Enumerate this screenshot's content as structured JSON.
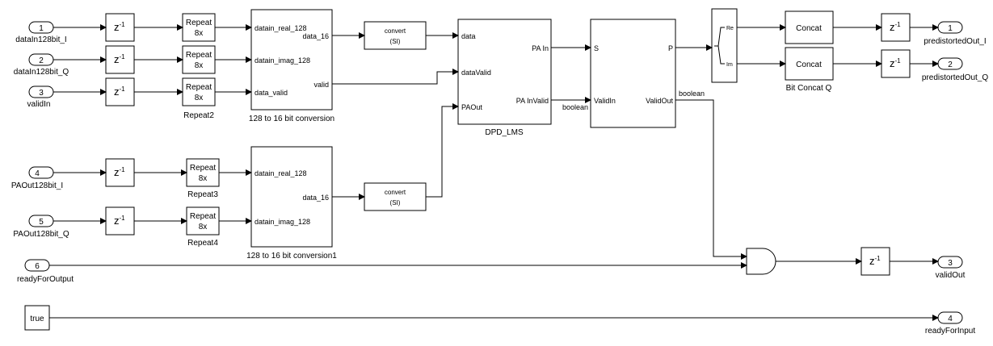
{
  "diagram": {
    "inports": [
      {
        "number": "1",
        "name": "dataIn128bit_I"
      },
      {
        "number": "2",
        "name": "dataIn128bit_Q"
      },
      {
        "number": "3",
        "name": "validIn"
      },
      {
        "number": "4",
        "name": "PAOut128bit_I"
      },
      {
        "number": "5",
        "name": "PAOut128bit_Q"
      },
      {
        "number": "6",
        "name": "readyForOutput"
      }
    ],
    "outports": [
      {
        "number": "1",
        "name": "predistortedOut_I"
      },
      {
        "number": "2",
        "name": "predistortedOut_Q"
      },
      {
        "number": "3",
        "name": "validOut"
      },
      {
        "number": "4",
        "name": "readyForInput"
      }
    ],
    "delay": {
      "base": "z",
      "exp": "-1"
    },
    "repeat": {
      "line1": "Repeat",
      "line2": "8x"
    },
    "repeat_names": {
      "repeat2": "Repeat2",
      "repeat3": "Repeat3",
      "repeat4": "Repeat4"
    },
    "conv1": {
      "name": "128 to 16 bit conversion",
      "in1": "datain_real_128",
      "in2": "datain_imag_128",
      "in3": "data_valid",
      "out1": "data_16",
      "out2": "valid"
    },
    "conv2": {
      "name": "128 to 16 bit conversion1",
      "in1": "datain_real_128",
      "in2": "datain_imag_128",
      "out1": "data_16"
    },
    "convert": {
      "line1": "convert",
      "line2": "(SI)"
    },
    "dpd": {
      "name": "DPD_LMS",
      "in1": "data",
      "in2": "dataValid",
      "in3": "PAOut",
      "out1": "PA In",
      "out2": "PA InValid"
    },
    "serializer": {
      "in1": "S",
      "in2": "ValidIn",
      "out1": "P",
      "out2": "ValidOut"
    },
    "signal_types": {
      "boolean1": "boolean",
      "boolean2": "boolean"
    },
    "complex_split": {
      "re": "Re",
      "im": "Im"
    },
    "concat": {
      "label": "Concat",
      "name_q": "Bit Concat Q"
    },
    "constant": {
      "value": "true"
    }
  }
}
